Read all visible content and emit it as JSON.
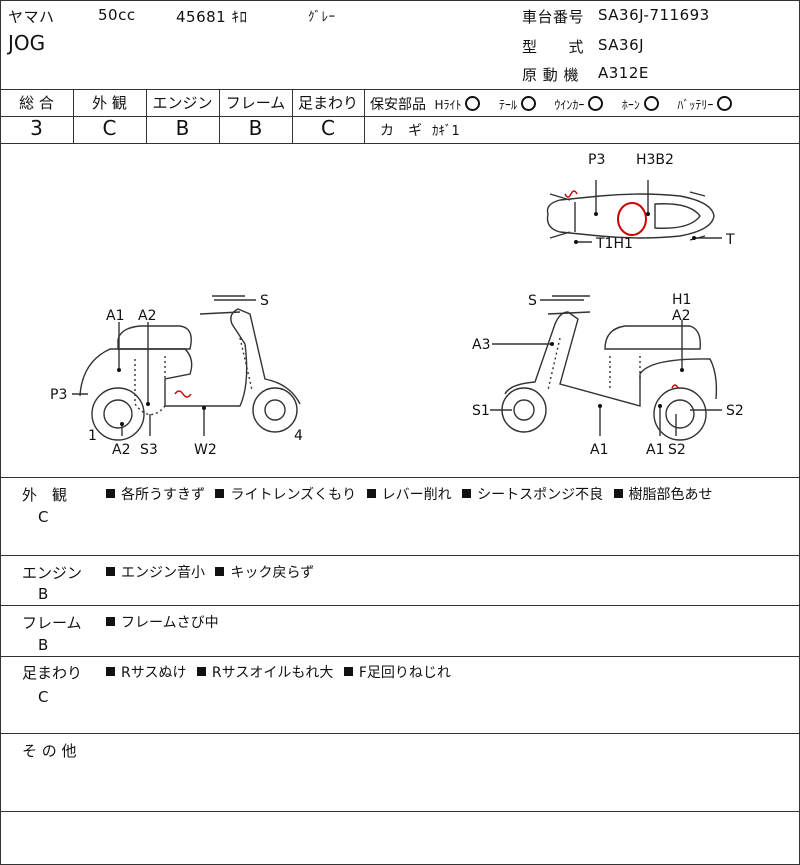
{
  "header": {
    "maker": "ヤマハ",
    "displacement": "50cc",
    "mileage": "45681 ｷﾛ",
    "color": "ｸﾞﾚｰ",
    "model_name": "JOG",
    "chassis_label": "車台番号",
    "chassis_value": "SA36J-711693",
    "type_label": "型　　式",
    "type_value": "SA36J",
    "engine_label": "原 動 機",
    "engine_value": "A312E"
  },
  "grades": {
    "overall_label": "総 合",
    "overall": "3",
    "exterior_label": "外 観",
    "exterior": "C",
    "engine_label": "エンジン",
    "engine": "B",
    "frame_label": "フレーム",
    "frame": "B",
    "suspension_label": "足まわり",
    "suspension": "C"
  },
  "safety": {
    "label": "保安部品",
    "items": [
      "Hﾗｲﾄ",
      "ﾃｰﾙ",
      "ｳｲﾝｶｰ",
      "ﾎｰﾝ",
      "ﾊﾞｯﾃﾘｰ"
    ],
    "key_label": "カ　ギ",
    "key_value": "ｶｷﾞ1"
  },
  "diagram": {
    "top_labels": [
      "P3",
      "H3B2",
      "T1H1",
      "T"
    ],
    "left_labels": [
      "S",
      "A1",
      "A2",
      "P3",
      "1",
      "A2",
      "S3",
      "W2",
      "4"
    ],
    "right_labels": [
      "S",
      "H1",
      "A2",
      "A3",
      "S1",
      "S2",
      "A1",
      "A1",
      "S2"
    ]
  },
  "remarks": [
    {
      "label": "外　観",
      "grade": "C",
      "items": [
        "各所うすきず",
        "ライトレンズくもり",
        "レバー削れ",
        "シートスポンジ不良",
        "樹脂部色あせ"
      ]
    },
    {
      "label": "エンジン",
      "grade": "B",
      "items": [
        "エンジン音小",
        "キック戻らず"
      ]
    },
    {
      "label": "フレーム",
      "grade": "B",
      "items": [
        "フレームさび中"
      ]
    },
    {
      "label": "足まわり",
      "grade": "C",
      "items": [
        "Rサスぬけ",
        "Rサスオイルもれ大",
        "F足回りねじれ"
      ]
    },
    {
      "label": "そ の 他",
      "grade": "",
      "items": []
    }
  ]
}
